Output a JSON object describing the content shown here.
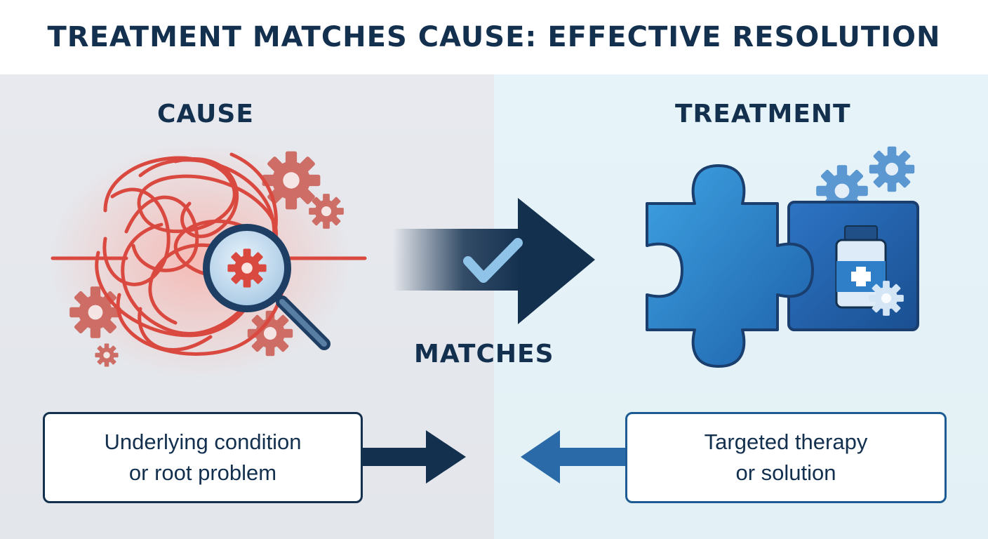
{
  "title": "TREATMENT MATCHES CAUSE: EFFECTIVE RESOLUTION",
  "cause": {
    "heading": "CAUSE",
    "description": [
      "Underlying condition",
      "or root problem"
    ],
    "icons": [
      "tangled-threads-icon",
      "magnifier-gear-icon",
      "gear-icon"
    ]
  },
  "connector": {
    "label": "MATCHES",
    "icons": [
      "arrow-right-icon",
      "checkmark-icon"
    ]
  },
  "treatment": {
    "heading": "TREATMENT",
    "description": [
      "Targeted therapy",
      "or solution"
    ],
    "icons": [
      "puzzle-piece-icon",
      "medicine-bottle-icon",
      "gear-icon"
    ]
  },
  "colors": {
    "navy": "#13304f",
    "cause_red": "#d9493f",
    "treatment_blue": "#2f7fc8",
    "left_bg": "#e5e8ed",
    "right_bg": "#e4f2f7"
  }
}
